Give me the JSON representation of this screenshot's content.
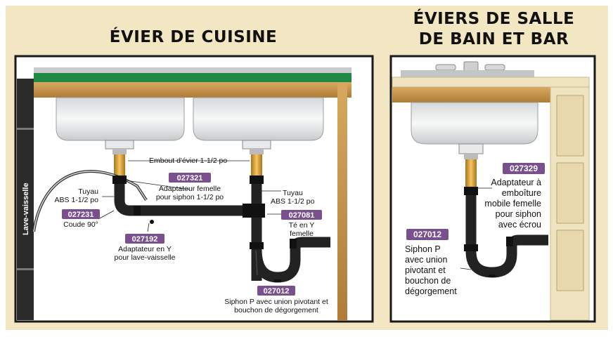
{
  "titles": {
    "kitchen": "ÉVIER DE CUISINE",
    "bath_line1": "ÉVIERS DE SALLE",
    "bath_line2": "DE BAIN ET BAR"
  },
  "dishwasher_label": "Lave-vaisselle",
  "kitchen_labels": {
    "sink_tailpiece": "Embout d'évier 1-1/2 po",
    "code_027321": "027321",
    "female_adapter_l1": "Adaptateur femelle",
    "female_adapter_l2": "pour siphon 1-1/2 po",
    "pipe_left_l1": "Tuyau",
    "pipe_left_l2": "ABS 1-1/2 po",
    "pipe_right_l1": "Tuyau",
    "pipe_right_l2": "ABS 1-1/2 po",
    "code_027231": "027231",
    "elbow": "Coude 90°",
    "code_027081": "027081",
    "tee_l1": "Té en Y",
    "tee_l2": "femelle",
    "code_027192": "027192",
    "y_adapter_l1": "Adaptateur en Y",
    "y_adapter_l2": "pour lave-vaisselle",
    "code_027012": "027012",
    "trap_l1": "Siphon P avec union pivotant et",
    "trap_l2": "bouchon de dégorgement"
  },
  "bath_labels": {
    "code_027329": "027329",
    "adapter_l1": "Adaptateur à",
    "adapter_l2": "emboîture",
    "adapter_l3": "mobile femelle",
    "adapter_l4": "pour siphon",
    "adapter_l5": "avec écrou",
    "code_027012": "027012",
    "trap_l1": "Siphon P",
    "trap_l2": "avec union",
    "trap_l3": "pivotant et",
    "trap_l4": "bouchon de",
    "trap_l5": "dégorgement"
  },
  "colors": {
    "panel_bg": "#f3e6c2",
    "code_badge": "#7a4f8e",
    "pipe": "#222222",
    "countertop_green": "#1e8a45",
    "wood": "#c9964f",
    "sink_steel": "#ebeced",
    "brass": "#d9a640"
  }
}
